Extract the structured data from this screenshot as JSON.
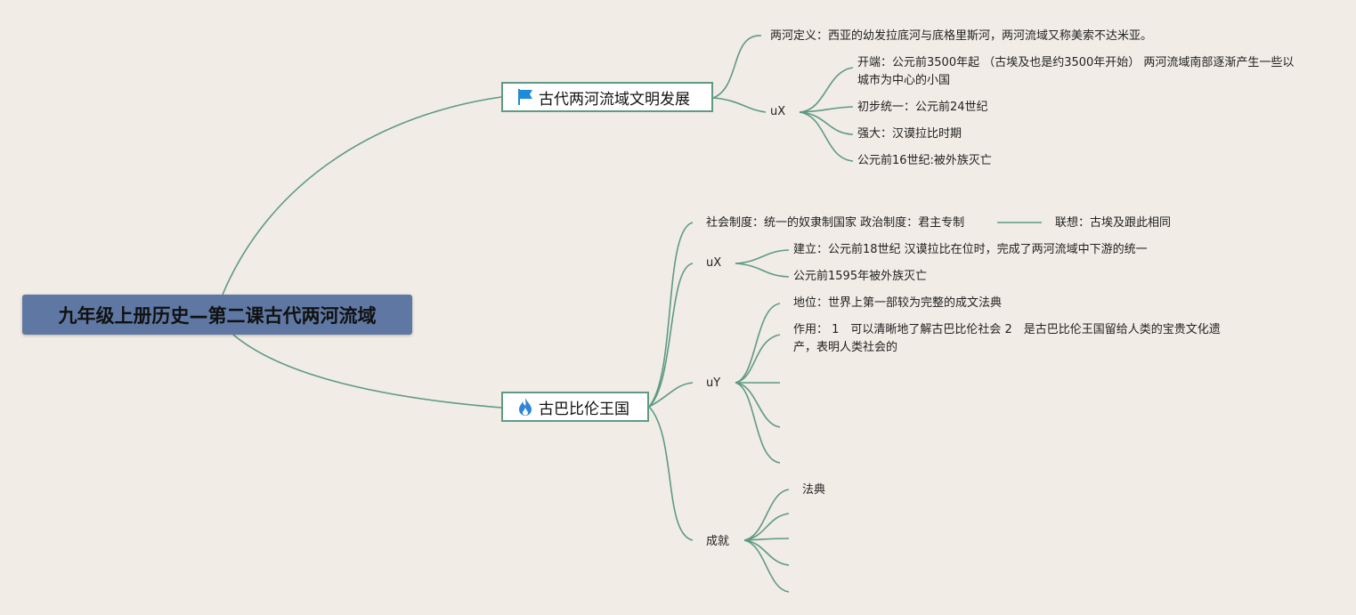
{
  "root": {
    "title": "九年级上册历史—第二课古代两河流域"
  },
  "branch1": {
    "title": "古代两河流域文明发展",
    "icon": "flag-icon",
    "definition": "两河定义：西亚的幼发拉底河与底格里斯河，两河流域又称美索不达米亚。",
    "sub_label": "uX",
    "items": [
      "开端：公元前3500年起 （古埃及也是约3500年开始） 两河流域南部逐渐产生一些以城市为中心的小国",
      "初步统一：公元前24世纪",
      "强大：汉谟拉比时期",
      "公元前16世纪:被外族灭亡"
    ]
  },
  "branch2": {
    "title": "古巴比伦王国",
    "icon": "fire-icon",
    "social": "社会制度：统一的奴隶制国家 政治制度：君主专制",
    "association": "联想：古埃及跟此相同",
    "sub1_label": "uX",
    "sub1_items": [
      "建立：公元前18世纪 汉谟拉比在位时，完成了两河流域中下游的统一",
      "公元前1595年被外族灭亡"
    ],
    "sub2_label": "uY",
    "sub2_items": [
      "地位：世界上第一部较为完整的成文法典",
      "作用： 1　可以清晰地了解古巴比伦社会 2　是古巴比伦王国留给人类的宝贵文化遗产，表明人类社会的"
    ],
    "achievements_label": "成就",
    "achievements_items": [
      "法典"
    ]
  },
  "colors": {
    "background": "#f1ece6",
    "root_fill": "#5f78a3",
    "connector": "#5e9a84",
    "flag": "#1e8bd9",
    "fire": "#2f86d9"
  }
}
